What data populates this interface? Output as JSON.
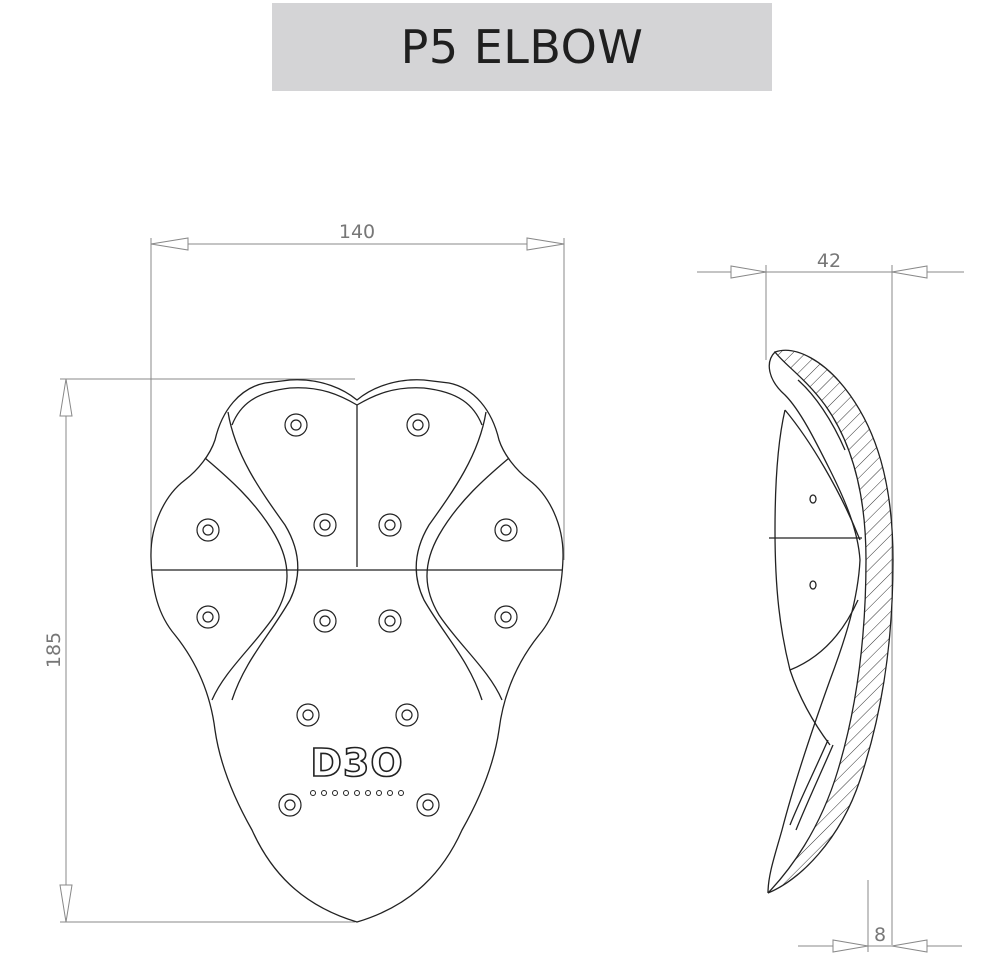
{
  "title": "P5 ELBOW",
  "logo": "D3O",
  "dimensions": {
    "width": "140",
    "height": "185",
    "thickness": "42",
    "edge": "8"
  },
  "colors": {
    "title_bg": "#d4d4d6",
    "outline": "#222222",
    "dimension_line": "#888888"
  }
}
